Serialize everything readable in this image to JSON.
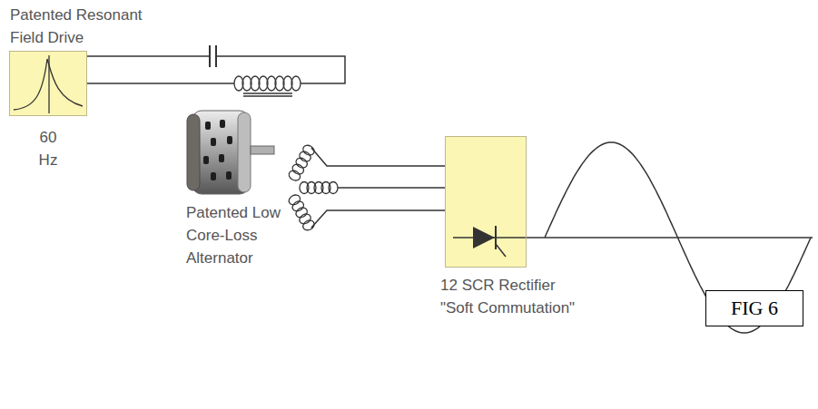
{
  "diagram": {
    "nodes": [
      {
        "text": [
          "Patented Resonant Field Drive",
          "60 Hz"
        ]
      },
      {
        "text": [
          "12 SCR Rectifier \"Soft Commutation\""
        ]
      },
      {
        "text": [
          "FIG 6"
        ]
      }
    ],
    "labels": [
      "Patented Low Core-Loss Alternator"
    ]
  }
}
